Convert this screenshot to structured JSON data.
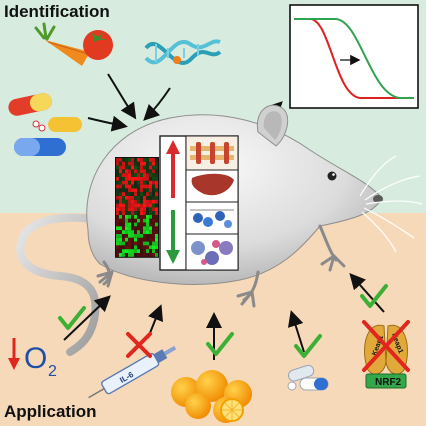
{
  "top_label": "Identification",
  "bottom_label": "Application",
  "oxygen_label": "O",
  "oxygen_subscript": "2",
  "il6_label": "IL-6",
  "nrf2_label": "NRF2",
  "keap1_label_left": "Keap1",
  "keap1_label_right": "Keap1",
  "colors": {
    "top_background": "#d7ecdf",
    "bottom_background": "#f6d9b9",
    "survival_green": "#2ea44f",
    "survival_red": "#e02020",
    "up_arrow": "#d92b2b",
    "down_arrow": "#2a9a3c",
    "check": "#3cb034",
    "cross": "#e0261d"
  }
}
